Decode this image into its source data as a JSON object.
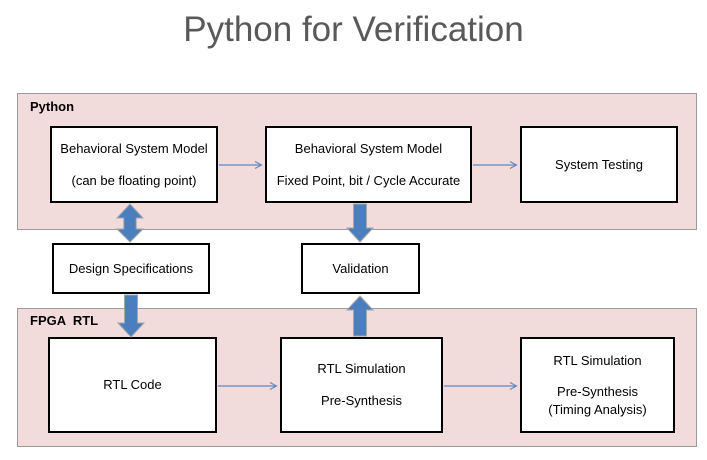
{
  "title": "Python for Verification",
  "colors": {
    "title_text": "#595959",
    "container_fill": "#f2dcdb",
    "container_border": "#9b9b9b",
    "box_border": "#000000",
    "thin_arrow_blue": "#5b87c5",
    "thick_arrow_fill": "#4a7ebf",
    "thick_arrow_outline": "#a6a6a6"
  },
  "containers": {
    "python": {
      "label": "Python"
    },
    "fpga": {
      "label": "FPGA  RTL"
    }
  },
  "boxes": {
    "behavioral_float": {
      "line1": "Behavioral System Model",
      "line2": "(can be floating point)"
    },
    "behavioral_fixed": {
      "line1": "Behavioral System Model",
      "line2": "Fixed Point, bit / Cycle Accurate"
    },
    "system_testing": {
      "line1": "System Testing"
    },
    "design_specs": {
      "line1": "Design Specifications"
    },
    "validation": {
      "line1": "Validation"
    },
    "rtl_code": {
      "line1": "RTL Code"
    },
    "rtl_sim_pre": {
      "line1": "RTL Simulation",
      "line2": "Pre-Synthesis"
    },
    "rtl_sim_timing": {
      "line1": "RTL Simulation",
      "line2": "Pre-Synthesis",
      "line3": "(Timing Analysis)"
    }
  }
}
